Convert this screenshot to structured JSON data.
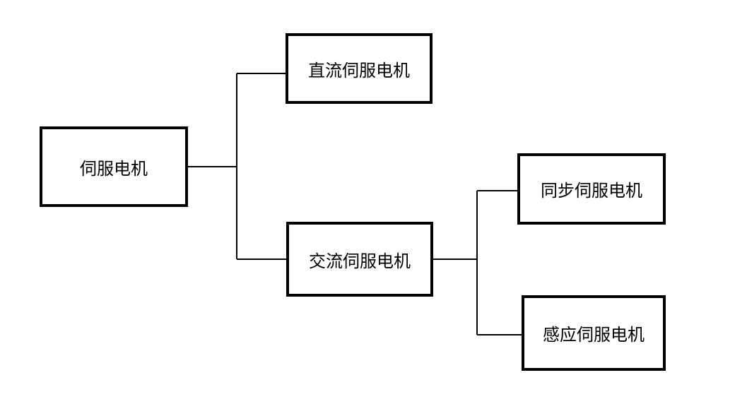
{
  "diagram": {
    "type": "tree",
    "nodes": [
      {
        "id": "root",
        "label": "伺服电机"
      },
      {
        "id": "dc",
        "label": "直流伺服电机",
        "parent": "root"
      },
      {
        "id": "ac",
        "label": "交流伺服电机",
        "parent": "root"
      },
      {
        "id": "sync",
        "label": "同步伺服电机",
        "parent": "ac"
      },
      {
        "id": "induction",
        "label": "感应伺服电机",
        "parent": "ac"
      }
    ],
    "colors": {
      "line": "#000000",
      "border": "#000000",
      "background": "#ffffff"
    }
  }
}
